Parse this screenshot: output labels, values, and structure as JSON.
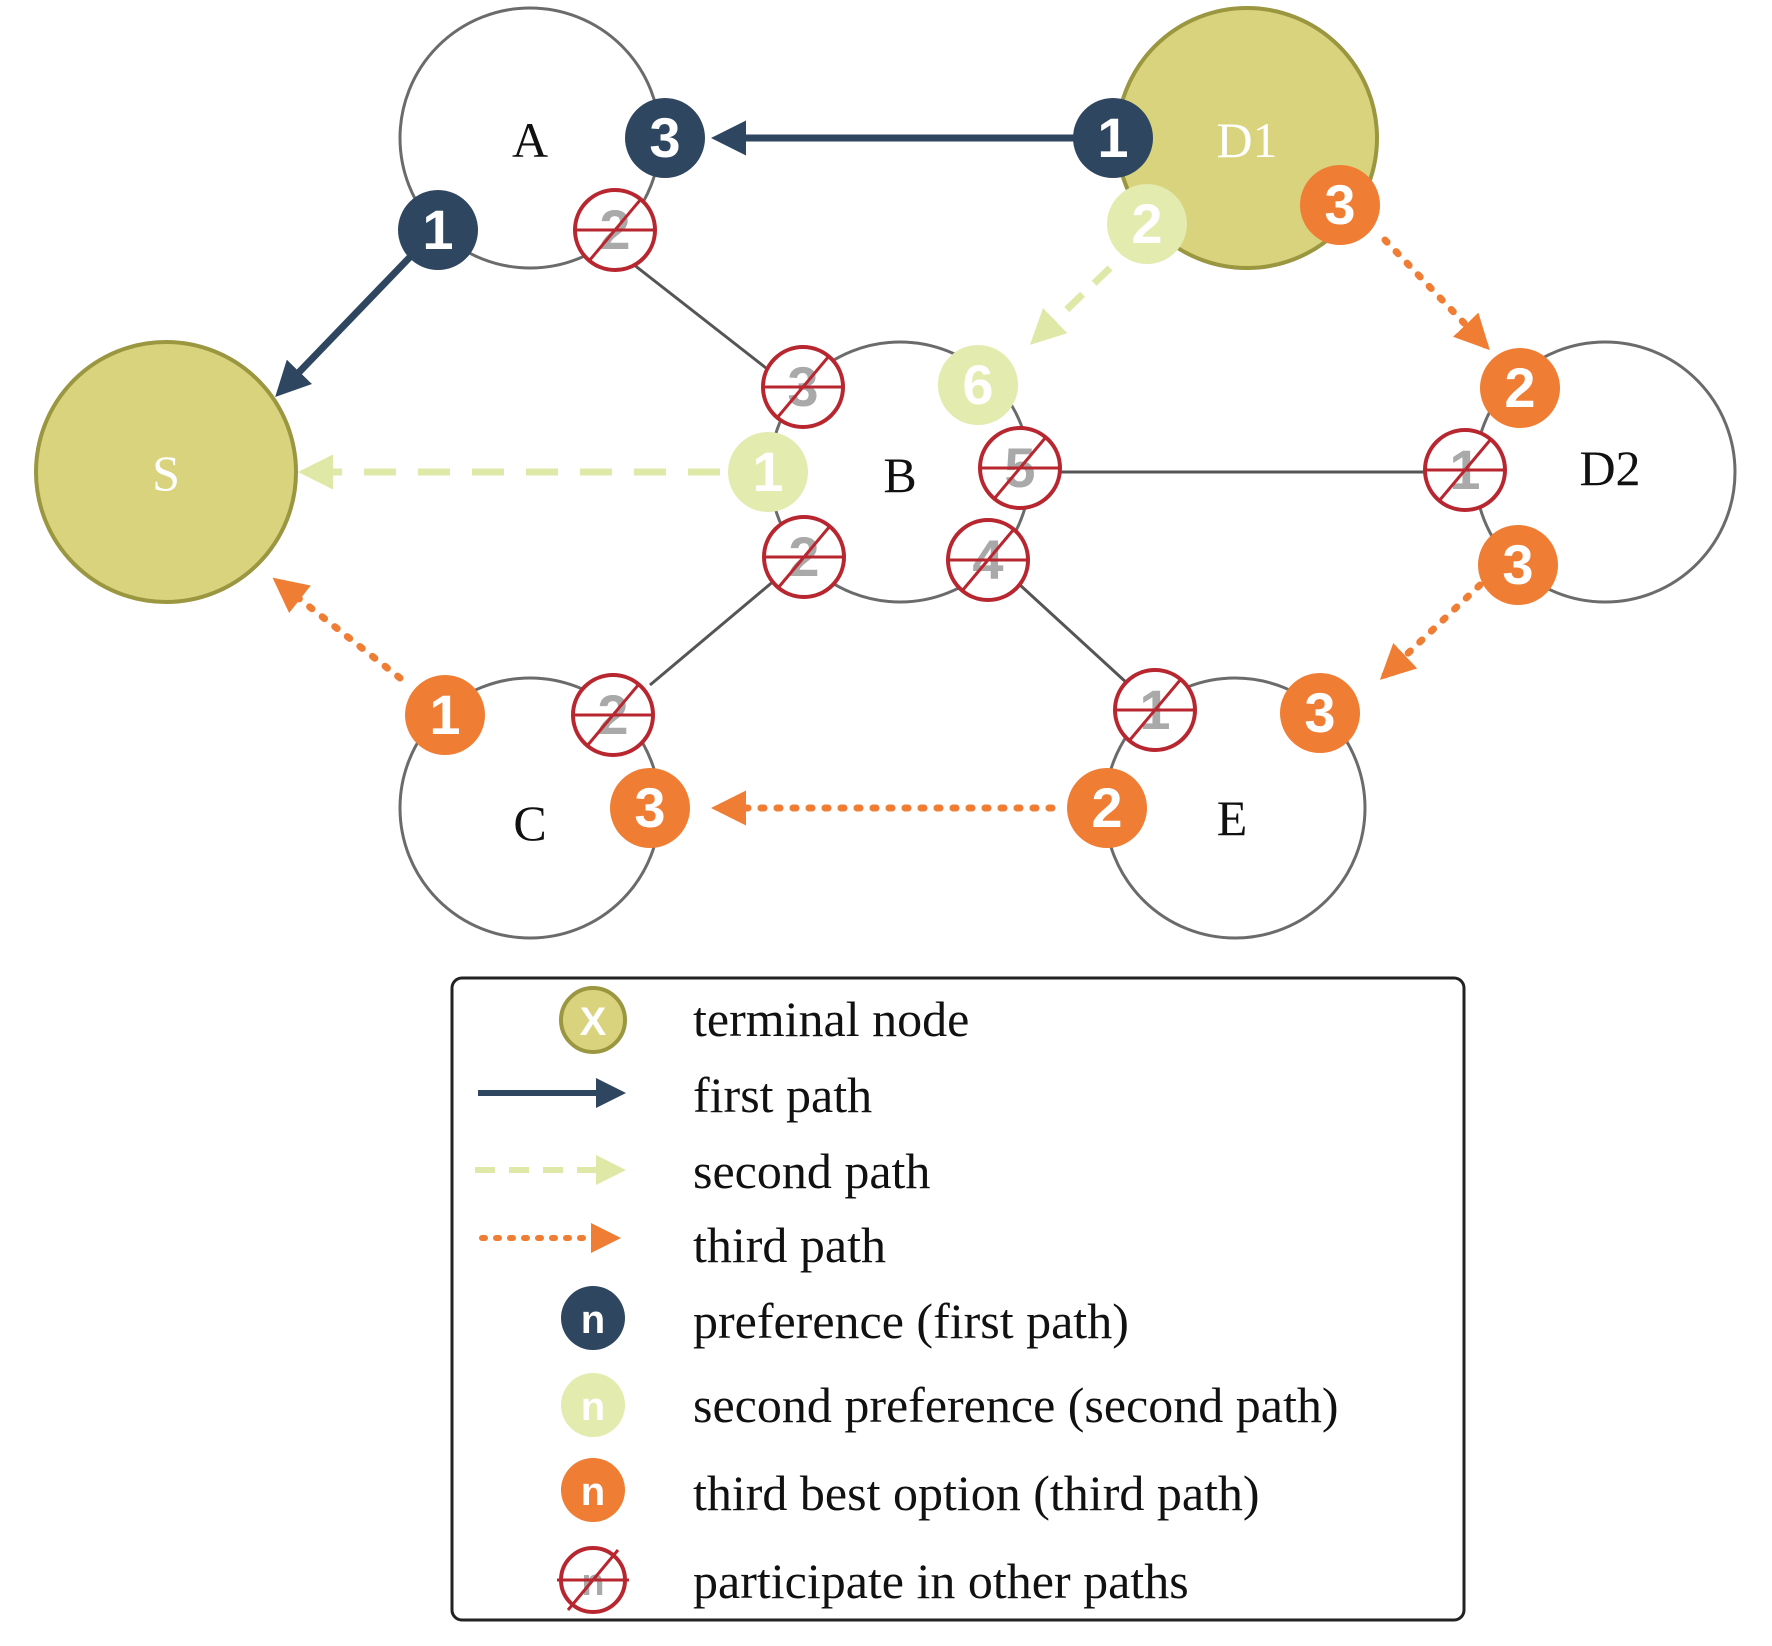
{
  "colors": {
    "terminal_fill": "#d8d37c",
    "terminal_stroke": "#9b9640",
    "node_stroke": "#6b6b6b",
    "first_path": "#2f4660",
    "second_path": "#dfe8a6",
    "second_badge": "#e3ebae",
    "third_path": "#ef7d34",
    "crossed": "#b8262f",
    "crossed_digit": "#a9a9a9"
  },
  "nodes": [
    {
      "id": "S",
      "label": "S",
      "terminal": true
    },
    {
      "id": "A",
      "label": "A",
      "terminal": false
    },
    {
      "id": "D1",
      "label": "D1",
      "terminal": true
    },
    {
      "id": "B",
      "label": "B",
      "terminal": false
    },
    {
      "id": "D2",
      "label": "D2",
      "terminal": false
    },
    {
      "id": "C",
      "label": "C",
      "terminal": false
    },
    {
      "id": "E",
      "label": "E",
      "terminal": false
    }
  ],
  "badges": [
    {
      "node": "A",
      "value": "3",
      "kind": "first"
    },
    {
      "node": "A",
      "value": "1",
      "kind": "first"
    },
    {
      "node": "A",
      "value": "2",
      "kind": "crossed"
    },
    {
      "node": "D1",
      "value": "1",
      "kind": "first"
    },
    {
      "node": "D1",
      "value": "2",
      "kind": "second"
    },
    {
      "node": "D1",
      "value": "3",
      "kind": "third"
    },
    {
      "node": "B",
      "value": "3",
      "kind": "crossed"
    },
    {
      "node": "B",
      "value": "6",
      "kind": "second"
    },
    {
      "node": "B",
      "value": "1",
      "kind": "second"
    },
    {
      "node": "B",
      "value": "5",
      "kind": "crossed"
    },
    {
      "node": "B",
      "value": "2",
      "kind": "crossed"
    },
    {
      "node": "B",
      "value": "4",
      "kind": "crossed"
    },
    {
      "node": "D2",
      "value": "2",
      "kind": "third"
    },
    {
      "node": "D2",
      "value": "1",
      "kind": "crossed"
    },
    {
      "node": "D2",
      "value": "3",
      "kind": "third"
    },
    {
      "node": "C",
      "value": "1",
      "kind": "third"
    },
    {
      "node": "C",
      "value": "2",
      "kind": "crossed"
    },
    {
      "node": "C",
      "value": "3",
      "kind": "third"
    },
    {
      "node": "E",
      "value": "1",
      "kind": "crossed"
    },
    {
      "node": "E",
      "value": "3",
      "kind": "third"
    },
    {
      "node": "E",
      "value": "2",
      "kind": "third"
    }
  ],
  "legend": {
    "items": [
      {
        "symbol": "terminal",
        "glyph": "X",
        "text": "terminal node"
      },
      {
        "symbol": "first-arrow",
        "text": "first path"
      },
      {
        "symbol": "second-arrow",
        "text": "second path"
      },
      {
        "symbol": "third-arrow",
        "text": "third path"
      },
      {
        "symbol": "first-badge",
        "glyph": "n",
        "text": "preference (first path)"
      },
      {
        "symbol": "second-badge",
        "glyph": "n",
        "text": "second preference (second path)"
      },
      {
        "symbol": "third-badge",
        "glyph": "n",
        "text": "third best option (third path)"
      },
      {
        "symbol": "crossed-badge",
        "glyph": "n",
        "text": "participate in other paths"
      }
    ]
  }
}
